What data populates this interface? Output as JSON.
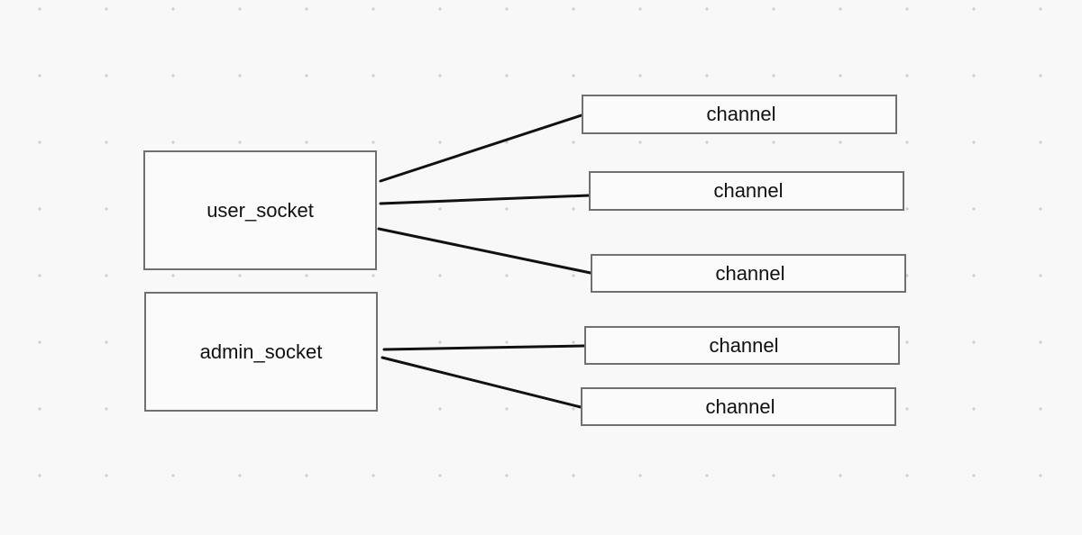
{
  "diagram": {
    "colors": {
      "background": "#f8f8f8",
      "grid_dot": "#cfcfcf",
      "node_border": "#707070",
      "edge": "#111111",
      "text": "#111111"
    },
    "nodes": {
      "user_socket": {
        "label": "user_socket"
      },
      "admin_socket": {
        "label": "admin_socket"
      },
      "channel_1": {
        "label": "channel"
      },
      "channel_2": {
        "label": "channel"
      },
      "channel_3": {
        "label": "channel"
      },
      "channel_4": {
        "label": "channel"
      },
      "channel_5": {
        "label": "channel"
      }
    },
    "edges": [
      {
        "from": "user_socket",
        "to": "channel_1"
      },
      {
        "from": "user_socket",
        "to": "channel_2"
      },
      {
        "from": "user_socket",
        "to": "channel_3"
      },
      {
        "from": "admin_socket",
        "to": "channel_4"
      },
      {
        "from": "admin_socket",
        "to": "channel_5"
      }
    ]
  }
}
